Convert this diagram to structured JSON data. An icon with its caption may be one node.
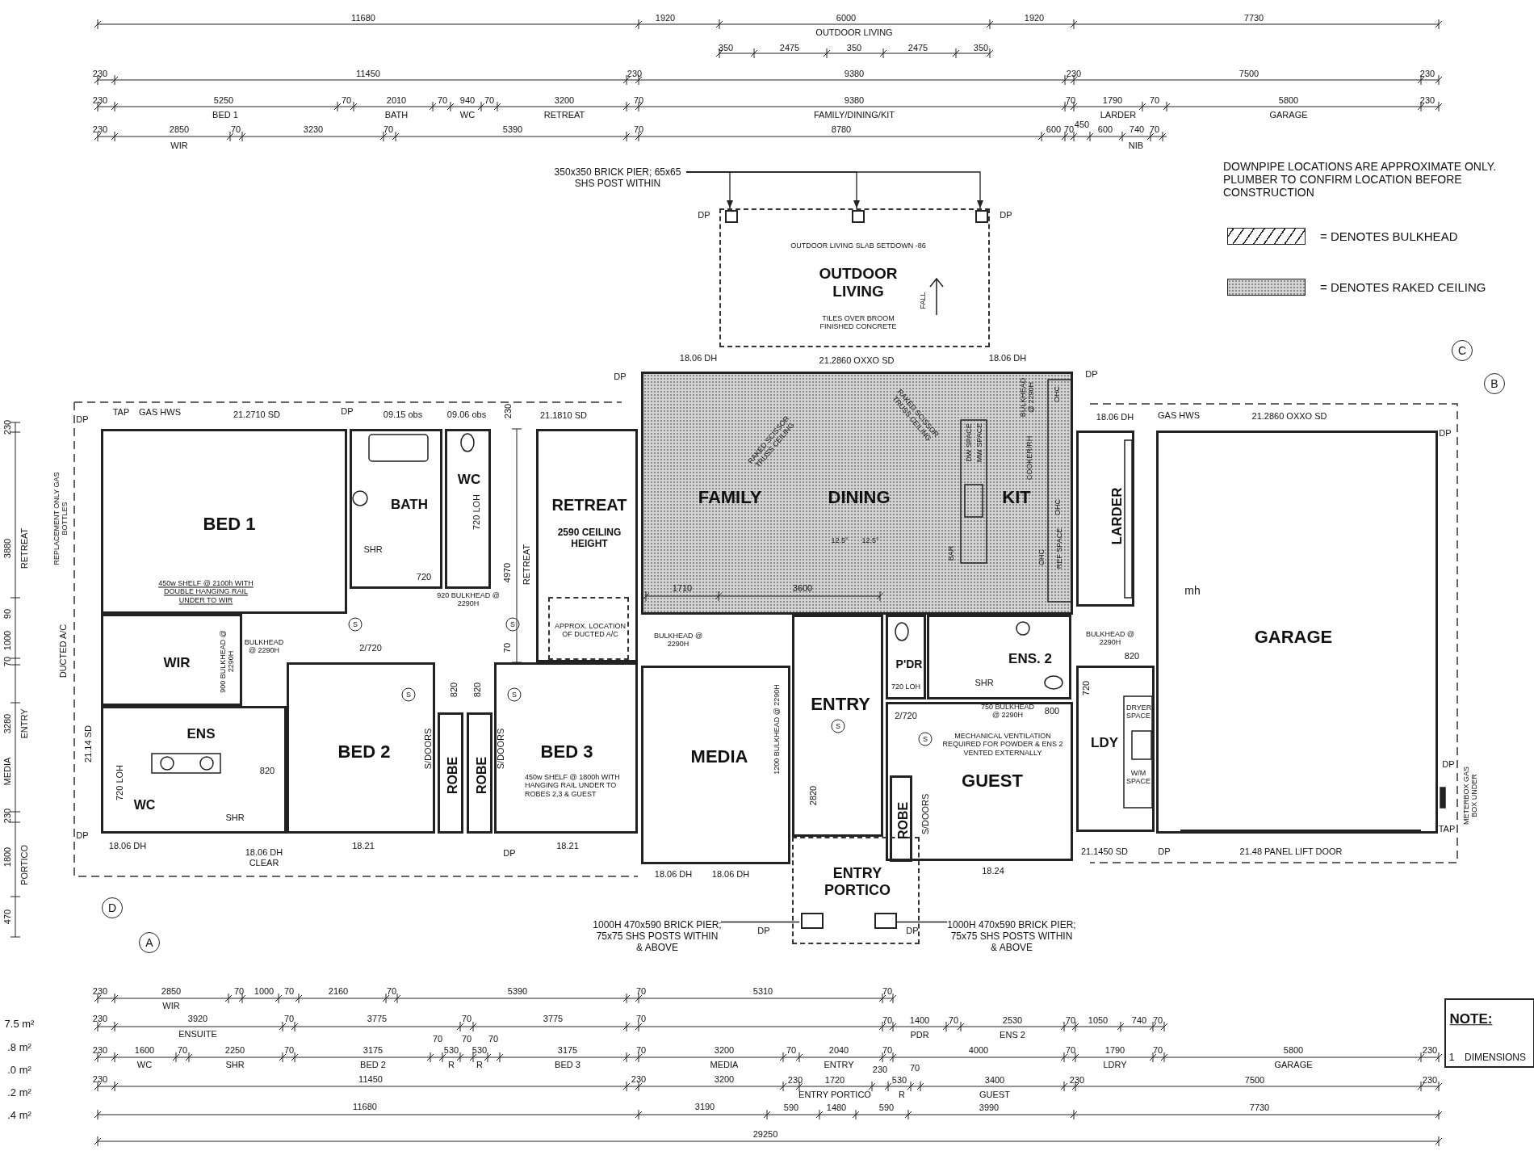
{
  "diagram": {
    "nodes": [
      {
        "text": [
          "OUTDOOR LIVING SLAB SETDOWN -86",
          "OUTDOOR LIVING",
          "TILES OVER BROOM FINISHED CONCRETE"
        ]
      },
      {
        "text": [],
        "shape": "box",
        "in": 0
      },
      {
        "text": [],
        "shape": "box",
        "in": 0
      },
      {
        "text": [],
        "shape": "box",
        "in": 0
      },
      {
        "text": [
          "350x350 BRICK PIER; 65x65 SHS POST WITHIN"
        ]
      },
      {
        "text": [
          "BED 1"
        ]
      },
      {
        "text": [
          "WIR"
        ]
      },
      {
        "text": [
          "ENS"
        ]
      },
      {
        "text": [
          "BATH"
        ]
      },
      {
        "text": [
          "WC"
        ]
      },
      {
        "text": [
          "RETREAT",
          "2590 CEILING HEIGHT"
        ]
      },
      {
        "text": [
          "APPROX. LOCATION OF DUCTED A/C"
        ],
        "in": 10
      },
      {
        "text": [
          "BED 2"
        ]
      },
      {
        "text": [
          "ROBE"
        ]
      },
      {
        "text": [
          "ROBE"
        ]
      },
      {
        "text": [
          "BED 3"
        ]
      },
      {
        "text": [
          "FAMILY",
          "DINING",
          "KIT"
        ]
      },
      {
        "text": [
          "MEDIA"
        ]
      },
      {
        "text": [
          "ENTRY"
        ]
      },
      {
        "text": [
          "P'DR"
        ]
      },
      {
        "text": [
          "ENS. 2"
        ]
      },
      {
        "text": [
          "GUEST"
        ]
      },
      {
        "text": [
          "ROBE"
        ],
        "in": 21
      },
      {
        "text": [
          "LARDER"
        ]
      },
      {
        "text": [
          "LDY"
        ]
      },
      {
        "text": [
          "GARAGE"
        ]
      },
      {
        "text": [
          "ENTRY PORTICO"
        ]
      },
      {
        "text": [],
        "shape": "box",
        "in": 26
      },
      {
        "text": [],
        "shape": "box",
        "in": 26
      },
      {
        "text": [
          "1000H 470x590 BRICK PIER; 75x75 SHS POSTS WITHIN & ABOVE"
        ]
      },
      {
        "text": [
          "1000H 470x590 BRICK PIER; 75x75 SHS POSTS WITHIN & ABOVE"
        ]
      }
    ],
    "edges": [
      {
        "from": 4,
        "to": 1,
        "arrow": "to"
      },
      {
        "from": 4,
        "to": 2,
        "arrow": "to"
      },
      {
        "from": 4,
        "to": 3,
        "arrow": "to"
      },
      {
        "from": 29,
        "to": 27,
        "arrow": "none"
      },
      {
        "from": 30,
        "to": 28,
        "arrow": "none"
      }
    ],
    "labels": [
      "11680",
      "1920",
      "6000",
      "OUTDOOR LIVING",
      "1920",
      "7730",
      "350",
      "2475",
      "350",
      "2475",
      "350",
      "230",
      "11450",
      "230",
      "9380",
      "230",
      "7500",
      "230",
      "230",
      "5250",
      "BED 1",
      "70",
      "2010",
      "BATH",
      "70",
      "940",
      "WC",
      "70",
      "3200",
      "RETREAT",
      "70",
      "9380",
      "FAMILY/DINING/KIT",
      "70",
      "1790",
      "LARDER",
      "450",
      "70",
      "5800",
      "GARAGE",
      "230",
      "230",
      "2850",
      "WIR",
      "70",
      "3230",
      "70",
      "5390",
      "70",
      "8780",
      "600",
      "70",
      "600",
      "740",
      "NIB",
      "70",
      "DOWNPIPE LOCATIONS ARE APPROXIMATE ONLY. PLUMBER TO CONFIRM LOCATION BEFORE CONSTRUCTION",
      "230",
      "3880",
      "RETREAT",
      "90",
      "1000",
      "70",
      "3280",
      "ENTRY",
      "MEDIA",
      "230",
      "1800",
      "PORTICO",
      "470",
      "7.5 m²",
      ".8 m²",
      ".0 m²",
      ".2 m²",
      ".4 m²",
      "230",
      "2850",
      "WIR",
      "70",
      "1000",
      "70",
      "2160",
      "70",
      "5390",
      "70",
      "5310",
      "70",
      "230",
      "3920",
      "ENSUITE",
      "70",
      "3775",
      "70",
      "3775",
      "70",
      "70",
      "1400",
      "PDR",
      "70",
      "2530",
      "ENS 2",
      "70",
      "1050",
      "740",
      "70",
      "70",
      "70",
      "70",
      "230",
      "1600",
      "WC",
      "70",
      "2250",
      "SHR",
      "70",
      "3175",
      "BED 2",
      "530",
      "R",
      "530",
      "R",
      "3175",
      "BED 3",
      "70",
      "3200",
      "MEDIA",
      "70",
      "2040",
      "ENTRY",
      "70",
      "4000",
      "70",
      "1790",
      "LDRY",
      "70",
      "5800",
      "GARAGE",
      "230",
      "230",
      "70",
      "230",
      "11450",
      "230",
      "3200",
      "230",
      "1720",
      "ENTRY PORTICO",
      "530",
      "R",
      "3400",
      "GUEST",
      "230",
      "7500",
      "230",
      "11680",
      "3190",
      "590",
      "1480",
      "590",
      "3990",
      "7730",
      "29250",
      "NOTE:",
      "1",
      "DIMENSIONS",
      "TAP",
      "GAS HWS",
      "21.2710 SD",
      "DP",
      "09.15 obs",
      "09.06 obs",
      "230",
      "21.1810 SD",
      "DP",
      "REPLACEMENT ONLY GAS BOTTLES",
      "DUCTED A/C",
      "450w SHELF @ 2100h WITH DOUBLE HANGING RAIL UNDER TO WIR",
      "900 BULKHEAD @ 2290H",
      "BULKHEAD @ 2290H",
      "21.14 SD",
      "720 LOH",
      "WC",
      "SHR",
      "820",
      "DP",
      "18.06 DH",
      "18.06 DH CLEAR",
      "18.21",
      "DP",
      "18.21",
      "SHR",
      "720",
      "720 LOH",
      "920 BULKHEAD @ 2290H",
      "2/720",
      "820",
      "820",
      "S/DOORS",
      "S/DOORS",
      "450w SHELF @ 1800h WITH HANGING RAIL UNDER TO ROBES 2,3 & GUEST",
      "4970",
      "RETREAT",
      "70",
      "BULKHEAD @ 2290H",
      "18.06 DH",
      "DP",
      "21.2860 OXXO SD",
      "18.06 DH",
      "DP",
      "RAKED SCISSOR TRUSS CEILING",
      "RAKED SCISSOR TRUSS CEILING",
      "12.5°",
      "12.5°",
      "1710",
      "3600",
      "BAR",
      "DW SPACE",
      "MW SPACE",
      "BULKHEAD @ 2290H",
      "OHC",
      "COOKER/RH",
      "OHC",
      "REF SPACE",
      "OHC",
      "BULKHEAD @ 2290H",
      "1200 BULKHEAD @ 2290H",
      "2820",
      "18.06 DH",
      "18.06 DH",
      "18.24",
      "720 LOH",
      "2/720",
      "SHR",
      "750 BULKHEAD @ 2290H",
      "800",
      "MECHANICAL VENTILATION REQUIRED FOR POWDER & ENS 2 VENTED EXTERNALLY",
      "S/DOORS",
      "18.06 DH",
      "GAS HWS",
      "21.2860 OXXO SD",
      "DP",
      "820",
      "720",
      "DRYER SPACE",
      "W/M SPACE",
      "mh",
      "DP",
      "METERBOX GAS BOX UNDER",
      "TAP",
      "21.1450 SD",
      "DP",
      "21.48 PANEL LIFT DOOR",
      "DP",
      "DP",
      "DP",
      "DP",
      "FALL",
      "S",
      "S",
      "S",
      "S",
      "S",
      "S",
      "C",
      "B",
      "D",
      "A"
    ],
    "legend": [
      {
        "text": "= DENOTES BULKHEAD"
      },
      {
        "text": "= DENOTES RAKED CEILING",
        "color": "#d4d4d4"
      }
    ]
  }
}
